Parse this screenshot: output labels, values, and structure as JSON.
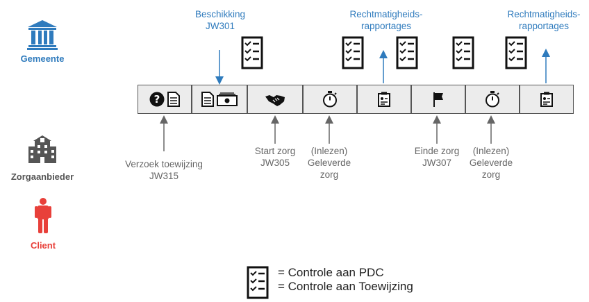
{
  "actors": {
    "gemeente": {
      "label": "Gemeente",
      "color": "#2f7bbd"
    },
    "zorgaanbieder": {
      "label": "Zorgaanbieder",
      "color": "#555555"
    },
    "client": {
      "label": "Client",
      "color": "#e8403a"
    }
  },
  "top_labels": {
    "beschikking": {
      "line1": "Beschikking",
      "line2": "JW301"
    },
    "rechtmatigheid_1": {
      "line1": "Rechtmatigheids-",
      "line2": "rapportages"
    },
    "rechtmatigheid_2": {
      "line1": "Rechtmatigheids-",
      "line2": "rapportages"
    }
  },
  "bottom_labels": {
    "verzoek": {
      "line1": "Verzoek toewijzing",
      "line2": "JW315"
    },
    "start_zorg": {
      "line1": "Start zorg",
      "line2": "JW305"
    },
    "inlezen_1": {
      "line1": "(Inlezen)",
      "line2": "Geleverde",
      "line3": "zorg"
    },
    "einde_zorg": {
      "line1": "Einde zorg",
      "line2": "JW307"
    },
    "inlezen_2": {
      "line1": "(Inlezen)",
      "line2": "Geleverde",
      "line3": "zorg"
    }
  },
  "timeline_cells": [
    {
      "icons": [
        "question-circle",
        "document"
      ]
    },
    {
      "icons": [
        "document",
        "money"
      ]
    },
    {
      "icons": [
        "handshake"
      ]
    },
    {
      "icons": [
        "stopwatch"
      ]
    },
    {
      "icons": [
        "clipboard-report"
      ]
    },
    {
      "icons": [
        "flag"
      ]
    },
    {
      "icons": [
        "stopwatch"
      ]
    },
    {
      "icons": [
        "clipboard-report"
      ]
    }
  ],
  "legend": {
    "line1": "= Controle aan PDC",
    "line2": "= Controle aan Toewijzing"
  },
  "colors": {
    "blue_arrow": "#2f7bbd",
    "gray_arrow": "#666666"
  }
}
